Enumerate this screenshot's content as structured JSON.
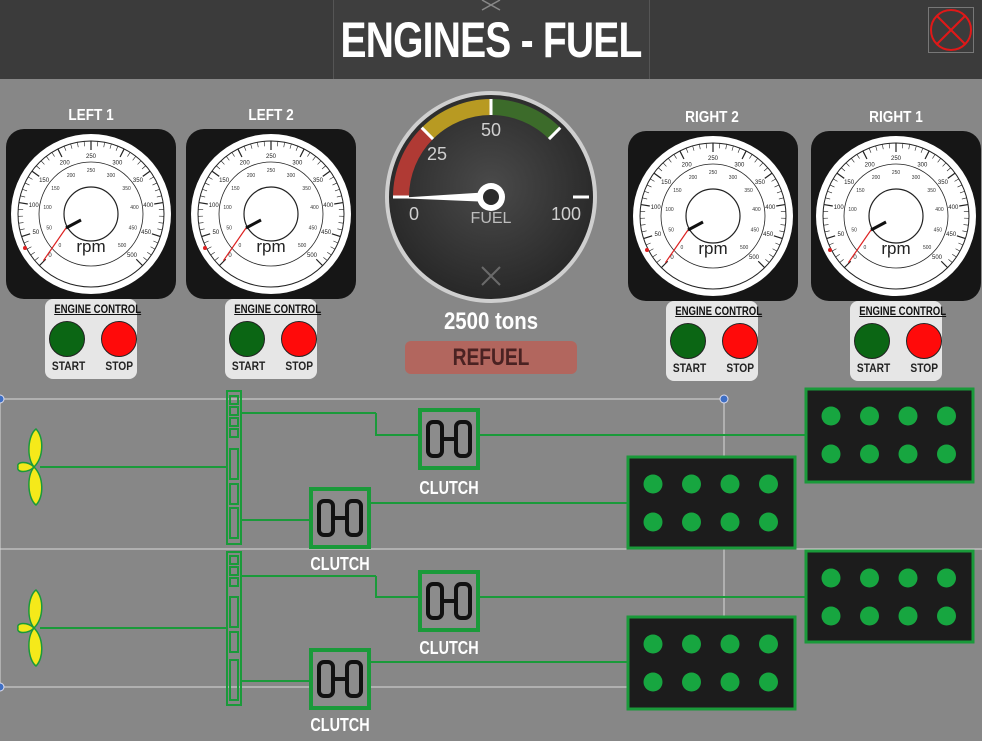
{
  "header": {
    "title": "ENGINES - FUEL",
    "close_icon": "close-circle-icon"
  },
  "gauges": [
    {
      "id": "left-1",
      "label": "LEFT 1",
      "unit": "rpm"
    },
    {
      "id": "left-2",
      "label": "LEFT 2",
      "unit": "rpm"
    },
    {
      "id": "right-2",
      "label": "RIGHT 2",
      "unit": "rpm"
    },
    {
      "id": "right-1",
      "label": "RIGHT 1",
      "unit": "rpm"
    }
  ],
  "rpm_scale": {
    "ticks": [
      "0",
      "50",
      "100",
      "150",
      "200",
      "250",
      "300",
      "350",
      "400",
      "450",
      "500"
    ]
  },
  "engine_control": {
    "title": "ENGINE CONTROL",
    "start_label": "START",
    "stop_label": "STOP"
  },
  "fuel": {
    "gauge_label": "FUEL",
    "ticks": [
      "0",
      "25",
      "50",
      "100"
    ],
    "level_percent": 0,
    "amount_text": "2500 tons",
    "refuel_label": "REFUEL",
    "zone_colors": {
      "low": "#b03a34",
      "mid": "#b89a22",
      "high": "#3c6b2a"
    }
  },
  "clutch": {
    "label": "CLUTCH"
  },
  "colors": {
    "pipe": "#1a9a3a",
    "propeller": "#f5e91a"
  }
}
